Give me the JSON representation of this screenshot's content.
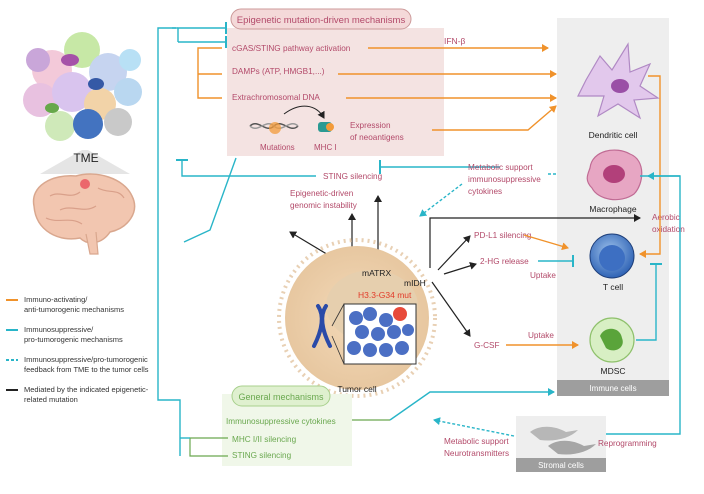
{
  "colors": {
    "activating": "#f0922b",
    "suppressive": "#29b5c8",
    "mutation": "#222222",
    "epi_text": "#b34a6a",
    "general_text": "#6aa84f"
  },
  "left": {
    "tme_label": "TME",
    "legend": [
      {
        "line1": "Immuno-activating/",
        "line2": "anti-tumorogenic mechanisms"
      },
      {
        "line1": "Immunosuppressive/",
        "line2": "pro-tumorogenic mechanisms"
      },
      {
        "line1": "Immunosuppressive/pro-tumorogenic",
        "line2": "feedback from TME to the tumor cells"
      },
      {
        "line1": "Mediated by the indicated epigenetic-",
        "line2": "related mutation"
      }
    ]
  },
  "epigenetic": {
    "title": "Epigenetic mutation-driven mechanisms",
    "cgas": "cGAS/STING pathway activation",
    "damps": "DAMPs (ATP, HMGB1,...)",
    "ecdna": "Extrachromosomal DNA",
    "mutations": "Mutations",
    "mhc": "MHC I",
    "neo1": "Expression",
    "neo2": "of neoantigens",
    "ifn": "IFN-β"
  },
  "middle": {
    "sting_silencing": "STING silencing",
    "metabolic1": "Metabolic support",
    "metabolic2": "immunosuppressive",
    "metabolic3": "cytokines",
    "instab1": "Epigenetic-driven",
    "instab2": "genomic instability",
    "aerobic1": "Aerobic",
    "aerobic2": "oxidation",
    "pdl1": "PD-L1 silencing",
    "hg": "2-HG release",
    "uptake1": "Uptake",
    "gcsf": "G-CSF",
    "uptake2": "Uptake"
  },
  "tumor": {
    "matrx": "mATRX",
    "midh": "mIDH",
    "h33": "H3.3-G34 mut",
    "label": "Tumor cell"
  },
  "immune": {
    "dendritic": "Dendritic cell",
    "macrophage": "Macrophage",
    "tcell": "T cell",
    "mdsc": "MDSC",
    "footer": "Immune cells"
  },
  "general": {
    "title": "General mechanisms",
    "cytokines": "Immunosuppressive cytokines",
    "mhc": "MHC I/II silencing",
    "sting": "STING silencing"
  },
  "stromal": {
    "support1": "Metabolic support",
    "support2": "Neurotransmitters",
    "reprogramming": "Reprogramming",
    "footer": "Stromal cells"
  }
}
